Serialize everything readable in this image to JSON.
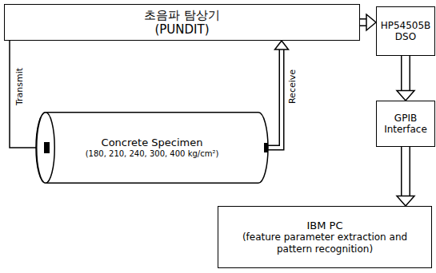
{
  "diagram": {
    "nodes": [
      {
        "text": [
          "초음파 탐상기 (PUNDIT)"
        ]
      },
      {
        "text": [
          "Concrete Specimen",
          "(180, 210, 240, 300, 400 kg/cm²)"
        ]
      },
      {
        "text": [
          "HP54505B DSO"
        ]
      },
      {
        "text": [
          "GPIB Interface"
        ]
      },
      {
        "text": [
          "IBM PC",
          "(feature parameter extraction and pattern recognition)"
        ]
      }
    ],
    "edges": [
      {
        "from": 0,
        "to": 1,
        "label": "Transmit",
        "arrow": "none"
      },
      {
        "from": 1,
        "to": 0,
        "label": "Receive",
        "arrow": "to"
      },
      {
        "from": 0,
        "to": 2,
        "arrow": "to"
      },
      {
        "from": 2,
        "to": 3,
        "arrow": "to"
      },
      {
        "from": 3,
        "to": 4,
        "arrow": "to"
      }
    ]
  }
}
